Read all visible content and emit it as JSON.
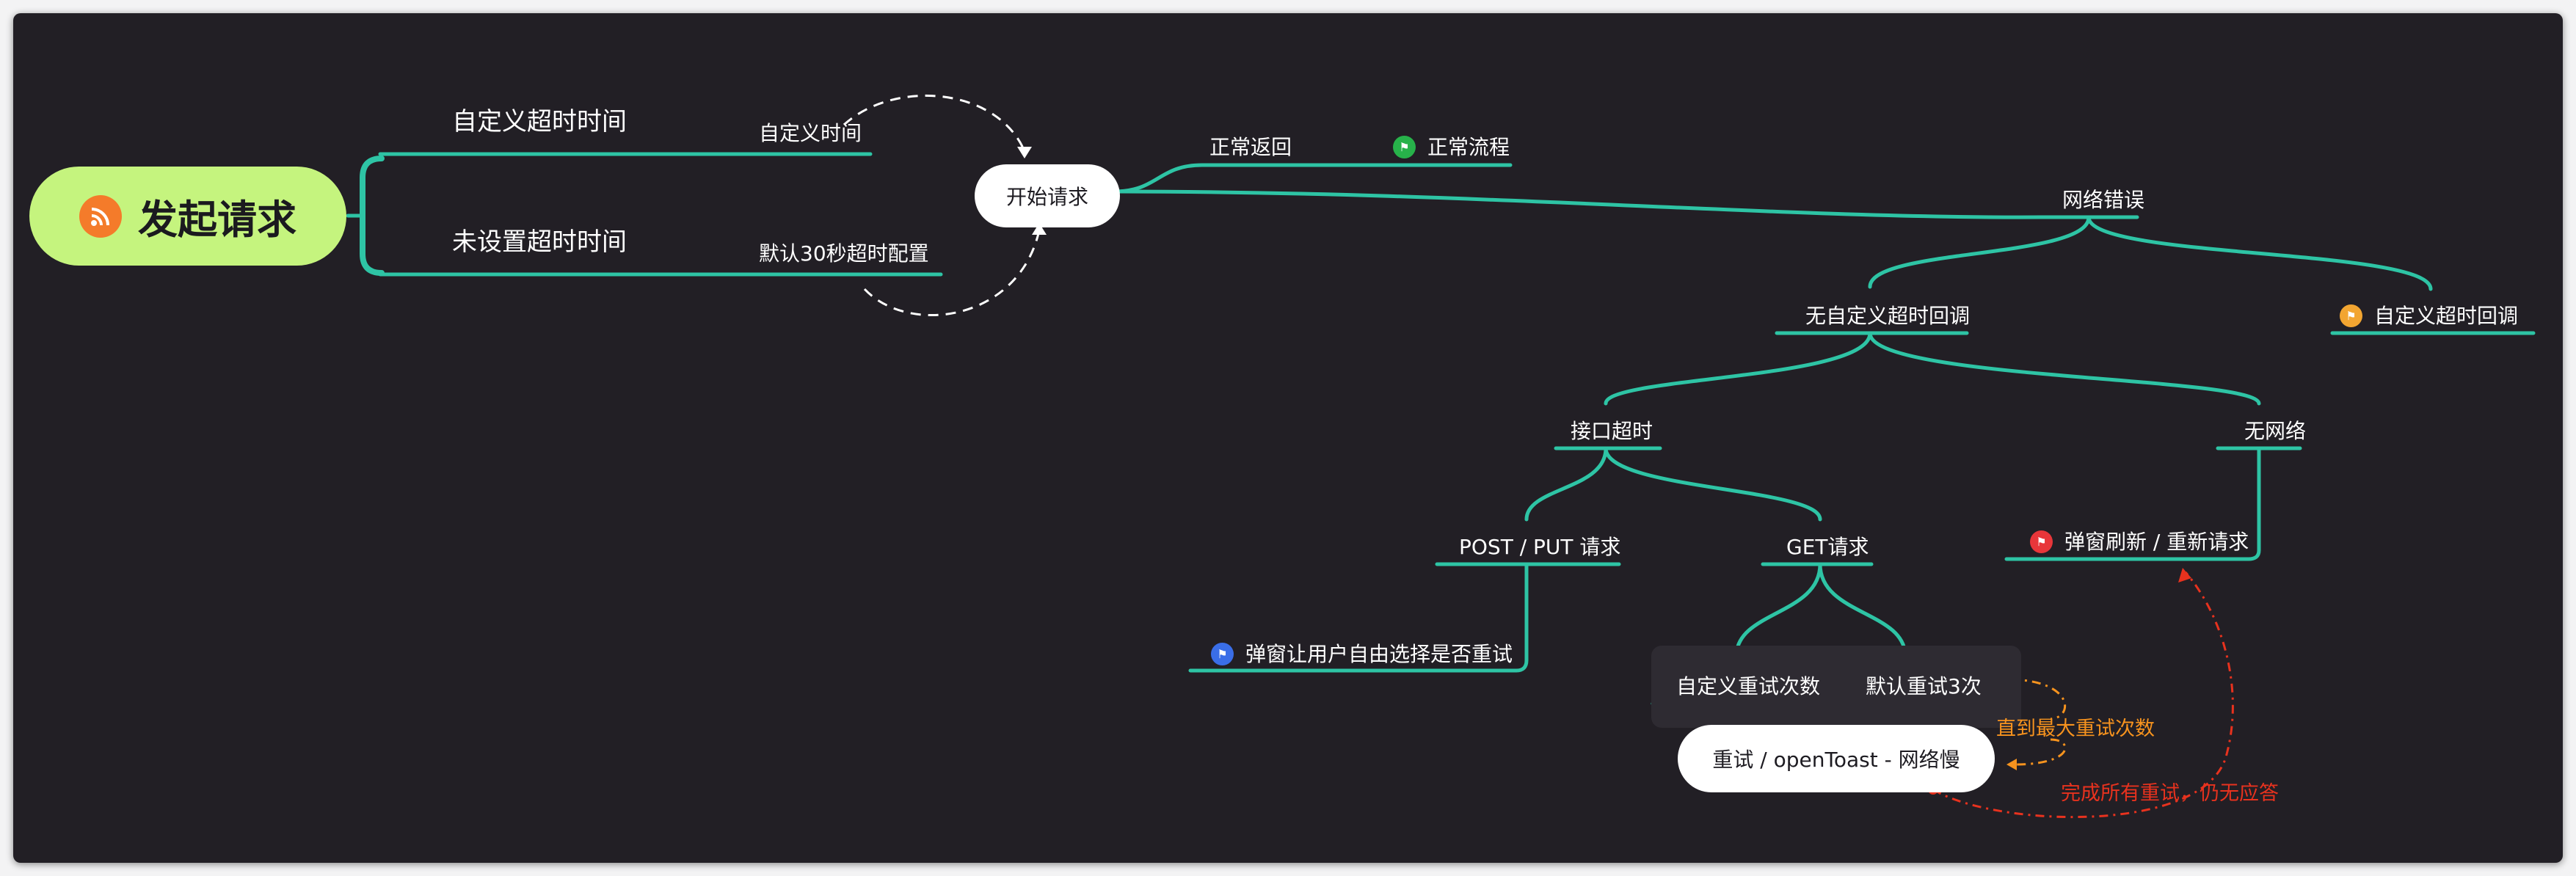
{
  "root": {
    "label": "发起请求",
    "icon": "rss-icon"
  },
  "branches": {
    "custom_timeout": {
      "label": "自定义超时时间",
      "sub": "自定义时间"
    },
    "no_timeout": {
      "label": "未设置超时时间",
      "sub": "默认30秒超时配置"
    }
  },
  "start_request": "开始请求",
  "normal": {
    "label": "正常返回",
    "result": "正常流程",
    "flag_color": "#27b24a"
  },
  "network_error": "网络错误",
  "no_custom_callback": "无自定义超时回调",
  "custom_callback": {
    "label": "自定义超时回调",
    "flag_color": "#f2a531"
  },
  "api_timeout": "接口超时",
  "no_network": "无网络",
  "popup_refresh": {
    "label": "弹窗刷新 / 重新请求",
    "flag_color": "#e8363a"
  },
  "post_put": "POST / PUT 请求",
  "get_request": "GET请求",
  "popup_choice": {
    "label": "弹窗让用户自由选择是否重试",
    "flag_color": "#3a6ee8"
  },
  "custom_retry": "自定义重试次数",
  "default_retry": "默认重试3次",
  "retry_toast": "重试 / openToast - 网络慢",
  "until_max": "直到最大重试次数",
  "all_failed": "完成所有重试，仍无应答",
  "colors": {
    "background": "#221f25",
    "connector": "#2ec4a5",
    "root_fill": "#c5f47e",
    "orange_note": "#f7931e",
    "red_note": "#e8321e"
  }
}
